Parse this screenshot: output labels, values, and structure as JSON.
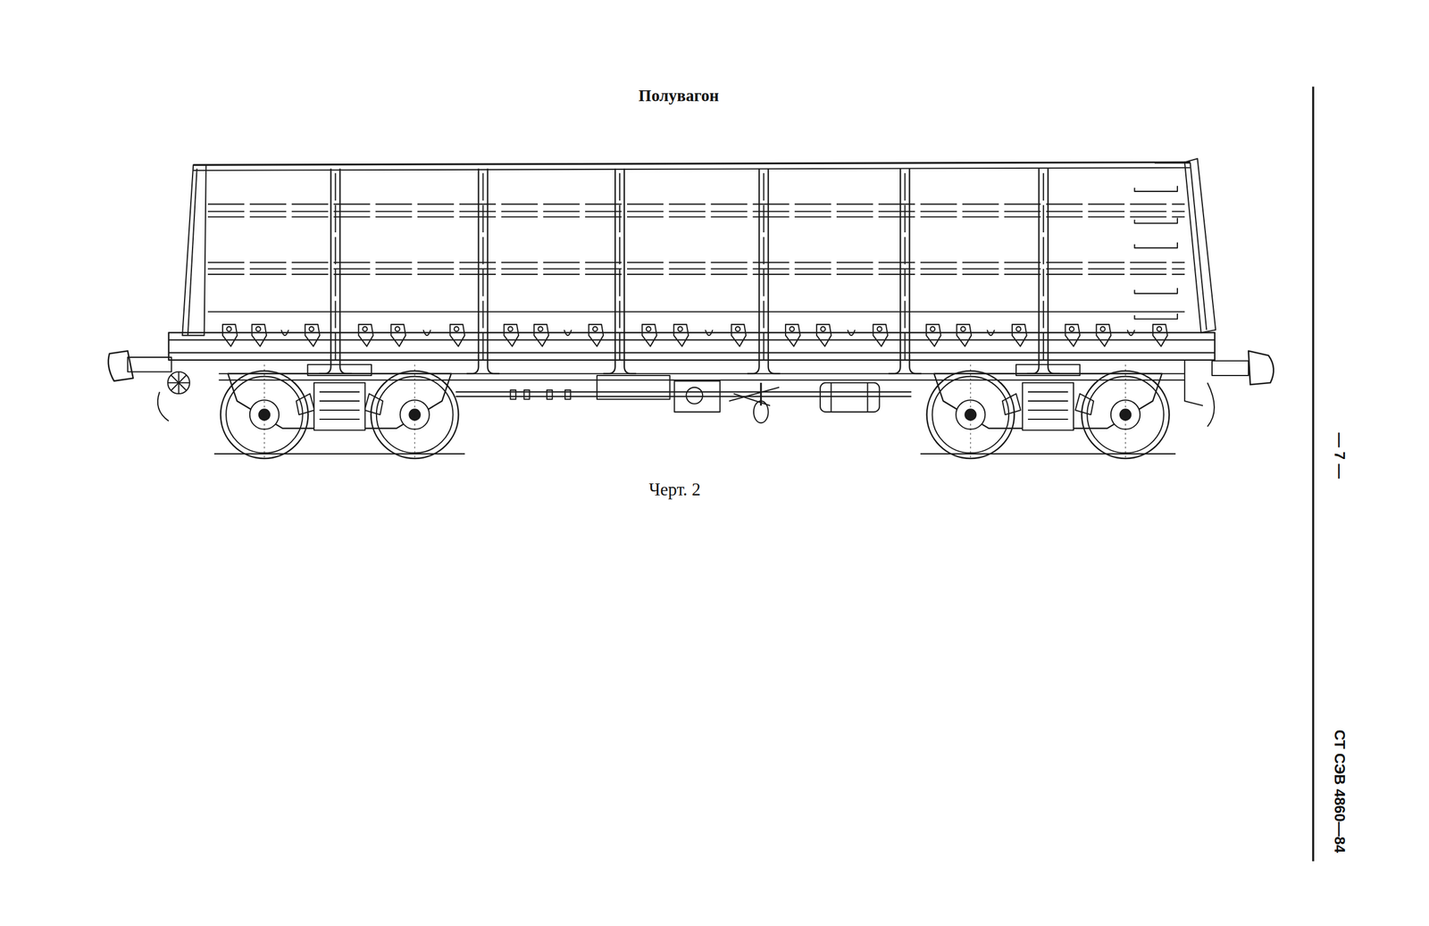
{
  "diagram": {
    "title": "Полувагон",
    "caption": "Черт. 2",
    "labels": [
      "— 7 —",
      "СТ СЭВ 4860—84"
    ]
  }
}
